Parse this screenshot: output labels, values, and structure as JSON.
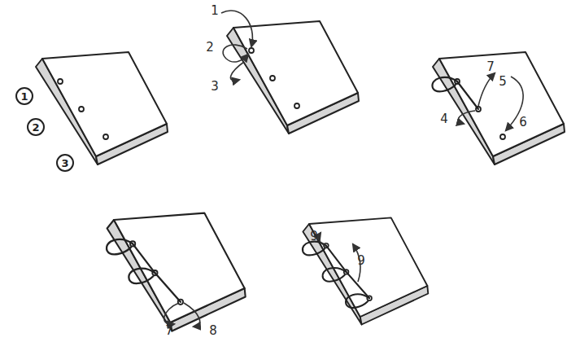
{
  "diagram": {
    "nodes": [
      {
        "text": [
          "1"
        ]
      },
      {
        "text": [
          "2"
        ]
      },
      {
        "text": [
          "3"
        ]
      }
    ],
    "labels": [
      "1",
      "2",
      "3",
      "4",
      "5",
      "6",
      "7",
      "7",
      "8",
      "9",
      "9"
    ]
  }
}
